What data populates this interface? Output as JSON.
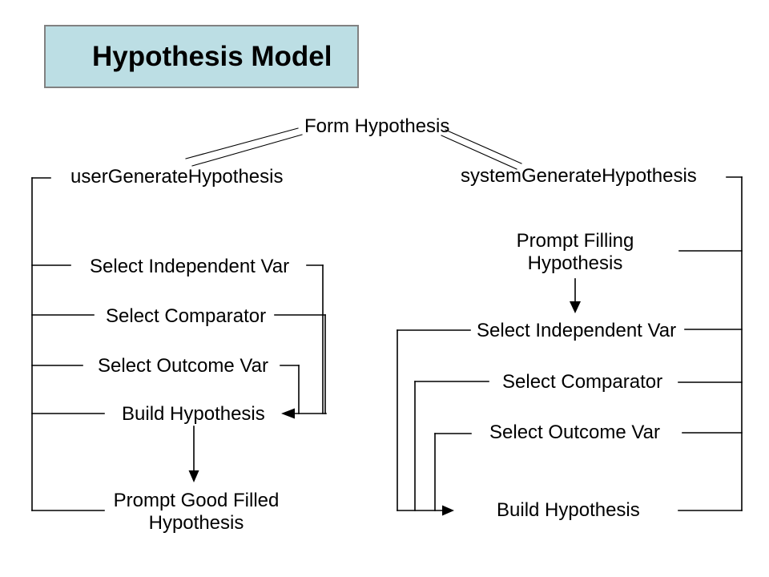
{
  "slide": {
    "title": "Hypothesis Model",
    "root_label": "Form Hypothesis",
    "left_branch": {
      "label": "userGenerateHypothesis",
      "steps": [
        "Select Independent Var",
        "Select Comparator",
        "Select Outcome Var",
        "Build Hypothesis",
        "Prompt Good Filled\nHypothesis"
      ]
    },
    "right_branch": {
      "label": "systemGenerateHypothesis",
      "steps": [
        "Prompt Filling\nHypothesis",
        "Select Independent Var",
        "Select Comparator",
        "Select Outcome Var",
        "Build Hypothesis"
      ]
    },
    "colors": {
      "background": "#ffffff",
      "title_fill": "#bcdee4",
      "title_border": "#818181",
      "line": "#000000",
      "text": "#000000"
    }
  }
}
